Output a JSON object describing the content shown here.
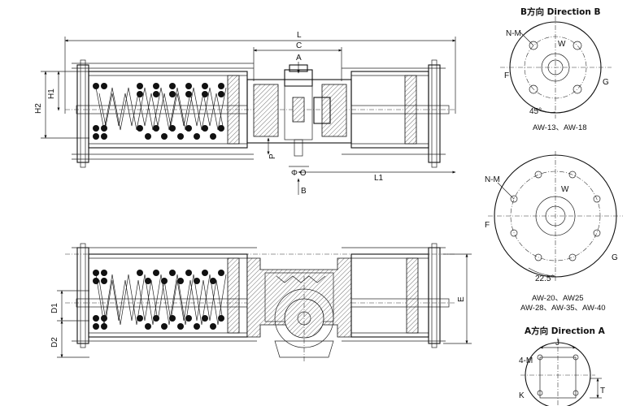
{
  "views": {
    "side_top": {
      "dims": {
        "L": "L",
        "C": "C",
        "A": "A",
        "H1": "H1",
        "H2": "H2",
        "P": "P",
        "phiO": "Φ O",
        "L1": "L1",
        "B": "B"
      }
    },
    "side_bottom": {
      "dims": {
        "D1": "D1",
        "D2": "D2",
        "E": "E"
      }
    },
    "direction_b": {
      "title": "B方向  Direction B",
      "upper": {
        "NM": "N-M",
        "W": "W",
        "F": "F",
        "G": "G",
        "angle": "45°",
        "caption": "AW-13、AW-18"
      },
      "lower": {
        "NM": "N-M",
        "W": "W",
        "F": "F",
        "G": "G",
        "angle": "22.5°",
        "caption1": "AW-20、AW25",
        "caption2": "AW-28、AW-35、AW-40"
      }
    },
    "direction_a": {
      "title": "A方向  Direction A",
      "labels": {
        "J": "J",
        "M4": "4-M",
        "K": "K",
        "T": "T"
      }
    }
  }
}
